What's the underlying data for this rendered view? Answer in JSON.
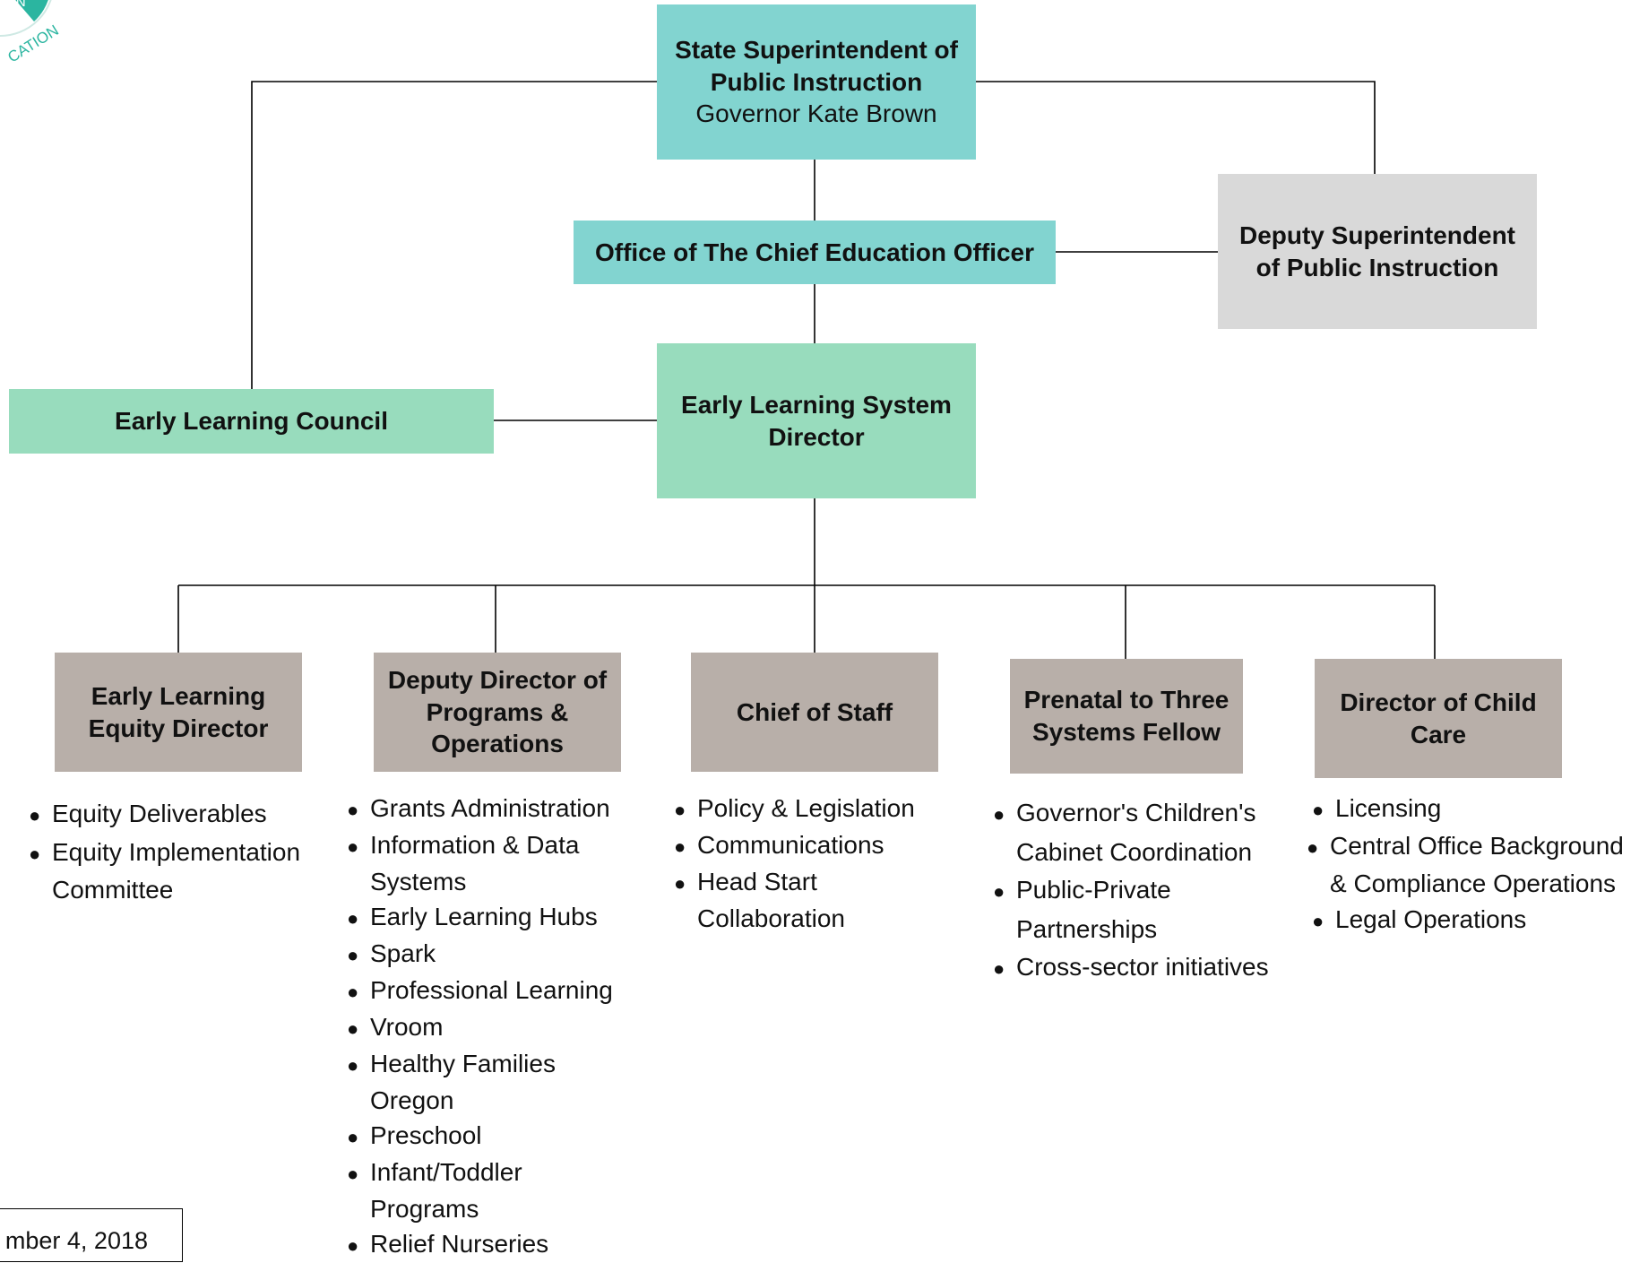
{
  "boxes": {
    "superintendent": {
      "title": "State Superintendent of Public Instruction",
      "name": "Governor Kate Brown",
      "color": "#82d4d0"
    },
    "chief_education_officer": {
      "title": "Office of The Chief Education Officer",
      "color": "#82d4d0"
    },
    "deputy_superintendent": {
      "title": "Deputy Superintendent of Public Instruction",
      "color": "#d9d9d9"
    },
    "early_learning_system_director": {
      "title": "Early Learning System Director",
      "color": "#98dcbd"
    },
    "early_learning_council": {
      "title": "Early Learning Council",
      "color": "#98dcbd"
    }
  },
  "divisions": [
    {
      "title": "Early Learning Equity Director",
      "items": [
        "Equity Deliverables",
        "Equity Implementation Committee"
      ]
    },
    {
      "title": "Deputy Director of Programs & Operations",
      "items": [
        "Grants Administration",
        "Information & Data Systems",
        "Early Learning Hubs",
        "Spark",
        "Professional Learning",
        "Vroom",
        "Healthy Families Oregon",
        "Preschool",
        "Infant/Toddler Programs",
        "Relief Nurseries"
      ]
    },
    {
      "title": "Chief of Staff",
      "items": [
        "Policy & Legislation",
        "Communications",
        "Head Start Collaboration"
      ]
    },
    {
      "title": "Prenatal to Three Systems Fellow",
      "items": [
        "Governor's Children's Cabinet Coordination",
        "Public-Private Partnerships",
        "Cross-sector initiatives"
      ]
    },
    {
      "title": "Director of Child Care",
      "items": [
        "Licensing",
        "Central Office Background & Compliance Operations",
        "Legal Operations"
      ]
    }
  ],
  "division_color": "#b8afa9",
  "logo": {
    "text": "CATION",
    "text_top": "ION",
    "color": "#2bb5a0"
  },
  "date_text": "mber 4, 2018"
}
